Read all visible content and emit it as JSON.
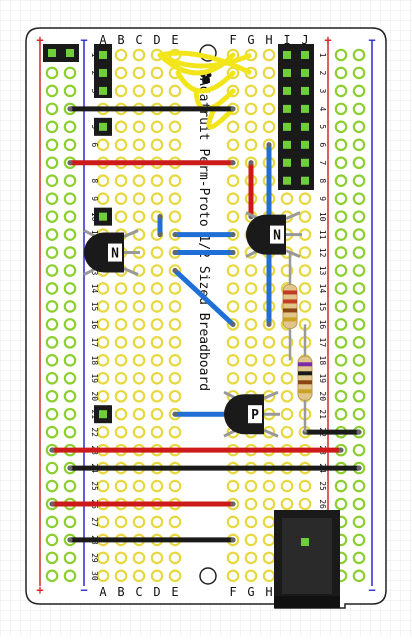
{
  "board": {
    "title": "Adafruit Perm-Proto 1/2 Sized Breadboard",
    "colors": {
      "board": "#ffffff",
      "grid": "#e6e6e6",
      "pad_green": "#8ccf2e",
      "pad_yellow": "#e8d840",
      "rail_red": "#d42a2a",
      "rail_blue": "#2a2ad4",
      "wire_red": "#cc1a1a",
      "wire_black": "#1a1a1a",
      "wire_blue": "#1f6fd6",
      "wire_yellow": "#f2e61a"
    }
  },
  "labels": {
    "columns_left": [
      "A",
      "B",
      "C",
      "D",
      "E"
    ],
    "columns_right": [
      "F",
      "G",
      "H",
      "I",
      "J"
    ],
    "rows": [
      "1",
      "2",
      "3",
      "4",
      "5",
      "6",
      "7",
      "8",
      "9",
      "10",
      "11",
      "12",
      "13",
      "14",
      "15",
      "16",
      "17",
      "18",
      "19",
      "20",
      "21",
      "22",
      "23",
      "24",
      "25",
      "26",
      "27",
      "28",
      "29",
      "30"
    ],
    "plus": "+",
    "minus": "−"
  },
  "components": {
    "transistor_1": {
      "label": "N",
      "icon": "npn-transistor-icon"
    },
    "transistor_2": {
      "label": "N",
      "icon": "npn-transistor-icon"
    },
    "transistor_3": {
      "label": "P",
      "icon": "pnp-transistor-icon"
    },
    "resistor_1": {
      "icon": "resistor-icon"
    },
    "resistor_2": {
      "icon": "resistor-icon"
    },
    "headers": {
      "icon": "pin-header-icon"
    },
    "barrel_jack": {
      "icon": "dc-barrel-jack-icon"
    },
    "logo": {
      "icon": "adafruit-flower-icon"
    }
  }
}
